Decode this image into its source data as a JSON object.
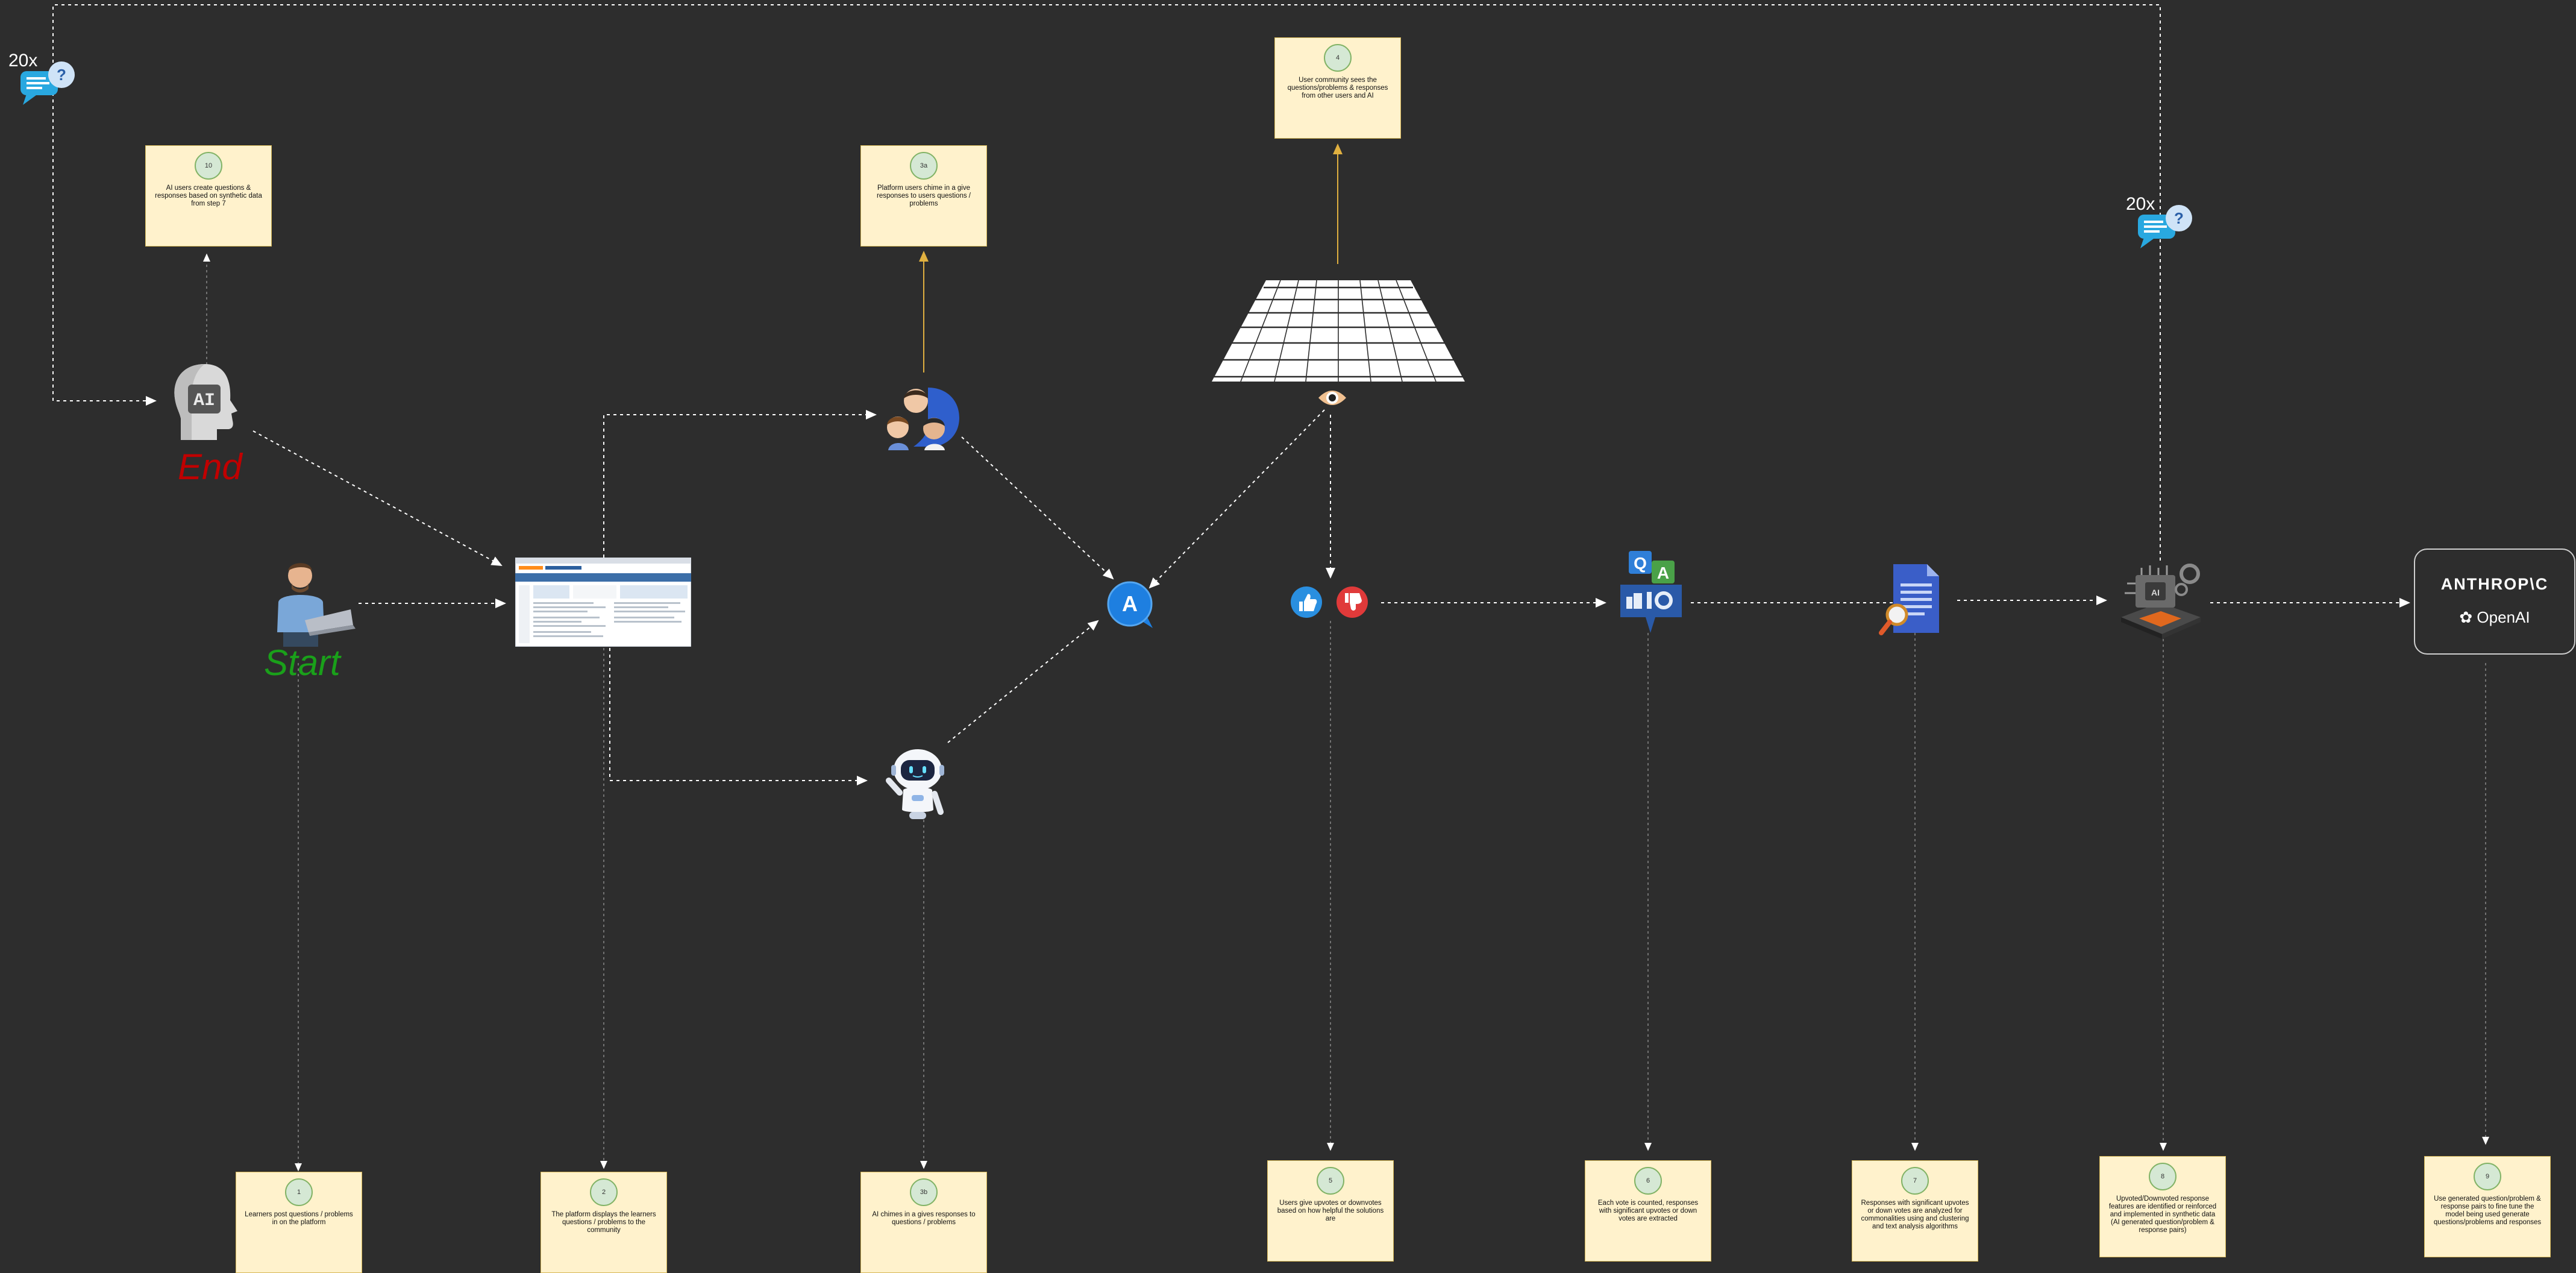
{
  "colors": {
    "background": "#2d2d2d",
    "note_fill": "#fff2cc",
    "note_border": "#d6b656",
    "badge_fill": "#d5e8d4",
    "badge_border": "#82b366",
    "connector": "#ffffff",
    "gold_arrow": "#e0b040",
    "end_label": "#c00000",
    "start_label": "#1aa01a"
  },
  "labels": {
    "end": "End",
    "start": "Start",
    "repeat_left": "20x",
    "repeat_right": "20x",
    "anthropic": "ANTHROP\\C",
    "openai": "OpenAI",
    "ai_head": "AI",
    "answer": "A",
    "qa_q": "Q",
    "qa_a": "A"
  },
  "icons": {
    "repeat": "question-chat-bubbles-icon",
    "ai_head": "ai-brain-head-icon",
    "learner": "person-with-laptop-icon",
    "platform": "forum-webpage-screenshot",
    "community_users": "group-of-people-icon",
    "ai_bot": "robot-icon",
    "answer": "answer-bubble-icon",
    "audience": "crowd-audience-icon",
    "eye": "eye-icon",
    "votes": "thumbs-up-down-icon",
    "vote_count": "qa-vote-count-icon",
    "analysis": "document-magnifier-icon",
    "model_chip": "ai-chip-gear-icon",
    "brand": "anthropic-openai-logo-box"
  },
  "notes": {
    "step1": {
      "badge": "1",
      "text": "Learners post questions / problems in on the platform"
    },
    "step2": {
      "badge": "2",
      "text": "The platform displays the learners questions / problems to the community"
    },
    "step3a": {
      "badge": "3a",
      "text": "Platform users chime in a give responses to users questions / problems"
    },
    "step3b": {
      "badge": "3b",
      "text": "AI chimes in a gives responses to questions / problems"
    },
    "step4": {
      "badge": "4",
      "text": "User community sees the questions/problems & responses from other users and AI"
    },
    "step5": {
      "badge": "5",
      "text": "Users give upvotes or downvotes based on how helpful the solutions are"
    },
    "step6": {
      "badge": "6",
      "text": "Each vote is counted, responses with significant upvotes or down votes are extracted"
    },
    "step7": {
      "badge": "7",
      "text": "Responses with significant upvotes or down votes are analyzed for commonalities using and clustering and text analysis algorithms"
    },
    "step8": {
      "badge": "8",
      "text": "Upvoted/Downvoted response features are identified or reinforced and implemented in synthetic data (AI generated question/problem & response pairs)"
    },
    "step9": {
      "badge": "9",
      "text": "Use generated question/problem & response pairs to fine tune the model being used generate questions/problems and responses"
    },
    "step10": {
      "badge": "10",
      "text": "AI users create questions & responses based on synthetic data from step 7"
    }
  }
}
